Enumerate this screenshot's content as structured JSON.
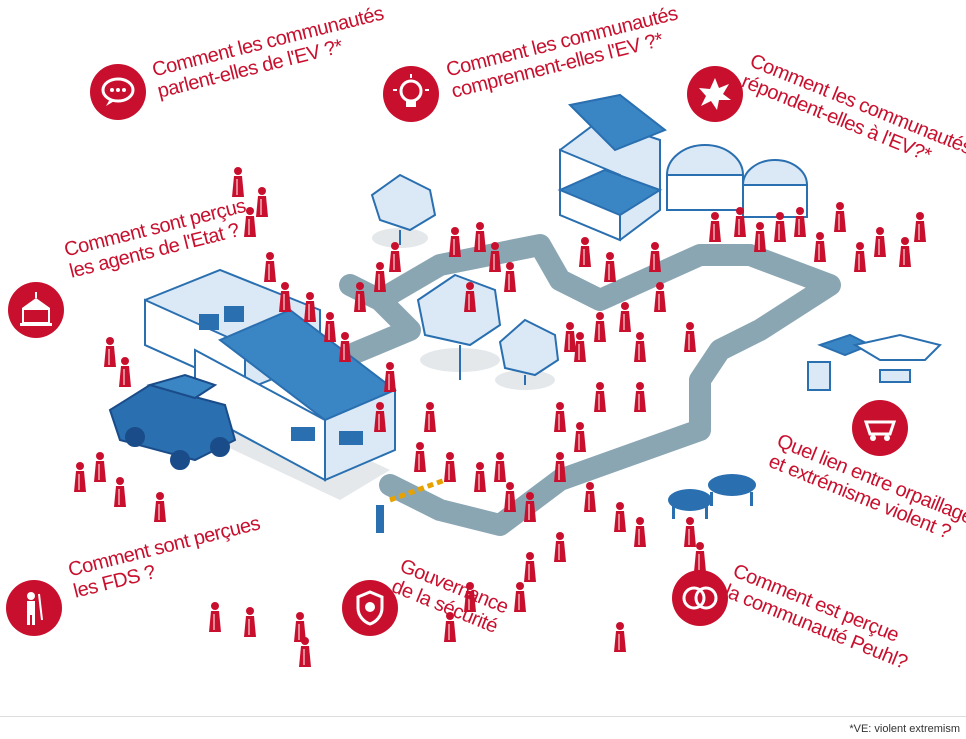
{
  "questions": [
    {
      "lines": [
        "Comment les communautés",
        "parlent-elles de l'EV ?*"
      ],
      "icon": "speech-bubble-icon"
    },
    {
      "lines": [
        "Comment les communautés",
        "comprennent-elles l'EV ?*"
      ],
      "icon": "lightbulb-icon"
    },
    {
      "lines": [
        "Comment les communautés",
        "répondent-elles à l'EV?*"
      ],
      "icon": "explosion-icon"
    },
    {
      "lines": [
        "Comment sont perçus",
        "les agents de l'Etat ?"
      ],
      "icon": "government-building-icon"
    },
    {
      "lines": [
        "Quel lien entre orpaillage",
        "et extrémisme violent ?"
      ],
      "icon": "mine-cart-icon"
    },
    {
      "lines": [
        "Comment sont perçues",
        "les FDS ?"
      ],
      "icon": "soldier-icon"
    },
    {
      "lines": [
        "Gouvernance",
        "de la sécurité"
      ],
      "icon": "shield-icon"
    },
    {
      "lines": [
        "Comment est perçue",
        "la communauté Peuhl?"
      ],
      "icon": "overlapping-circles-icon"
    }
  ],
  "footnote": "*VE: violent extremism",
  "colors": {
    "accent": "#c8102e",
    "blue": "#3a86c5",
    "road": "#8aa6b3"
  }
}
